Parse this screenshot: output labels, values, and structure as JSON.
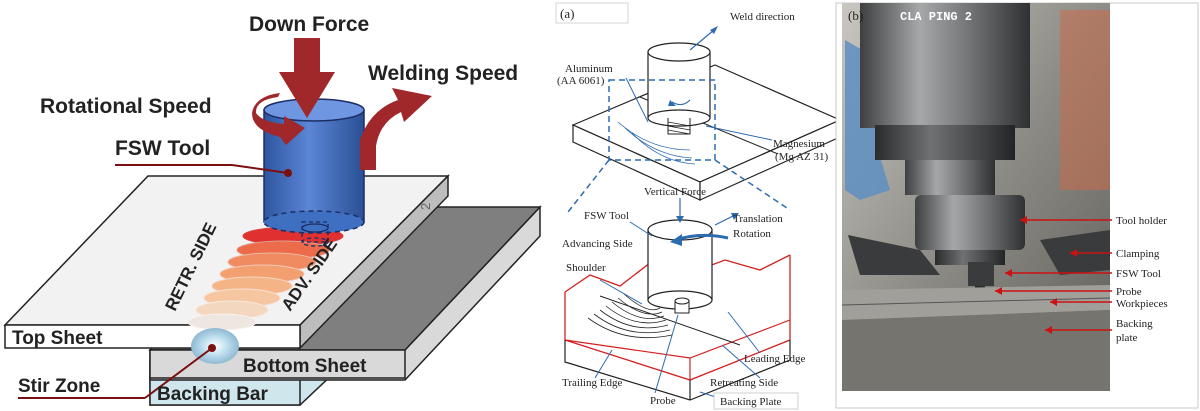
{
  "panel1": {
    "down_force": "Down Force",
    "welding_speed": "Welding Speed",
    "rotational_speed": "Rotational Speed",
    "fsw_tool": "FSW Tool",
    "retr_side": "RETR. SIDE",
    "adv_side": "ADV. SIDE",
    "top_sheet": "Top Sheet",
    "bottom_sheet": "Bottom Sheet",
    "stir_zone": "Stir Zone",
    "backing_bar": "Backing Bar",
    "corner_mark": "2"
  },
  "panel2": {
    "tag": "(a)",
    "weld_direction": "Weld direction",
    "aluminum_line1": "Aluminum",
    "aluminum_line2": "(AA 6061)",
    "magnesium_line1": "Magnesium",
    "magnesium_line2": "(Mg AZ 31)",
    "vertical_force": "Vertical Force",
    "fsw_tool": "FSW Tool",
    "translation": "Translation",
    "rotation": "Rotation",
    "advancing_side": "Advancing Side",
    "shoulder": "Shoulder",
    "leading_edge": "Leading Edge",
    "trailing_edge": "Trailing Edge",
    "retreating_side": "Retreating Side",
    "probe": "Probe",
    "backing_plate": "Backing Plate"
  },
  "panel3": {
    "tag": "(b)",
    "overlay": "CLA PING 2",
    "tool_holder": "Tool holder",
    "clamping": "Clamping",
    "fsw_tool": "FSW Tool",
    "probe": "Probe",
    "workpieces": "Workpieces",
    "backing_line1": "Backing",
    "backing_line2": "plate"
  },
  "colors": {
    "arrow_red": "#a0282a",
    "tool_blue": "#3f6fc0",
    "label_line": "#7a1010",
    "diagram_blue": "#2d6bb0",
    "outline_red": "#d42020",
    "pointer_red": "#cc1111"
  }
}
